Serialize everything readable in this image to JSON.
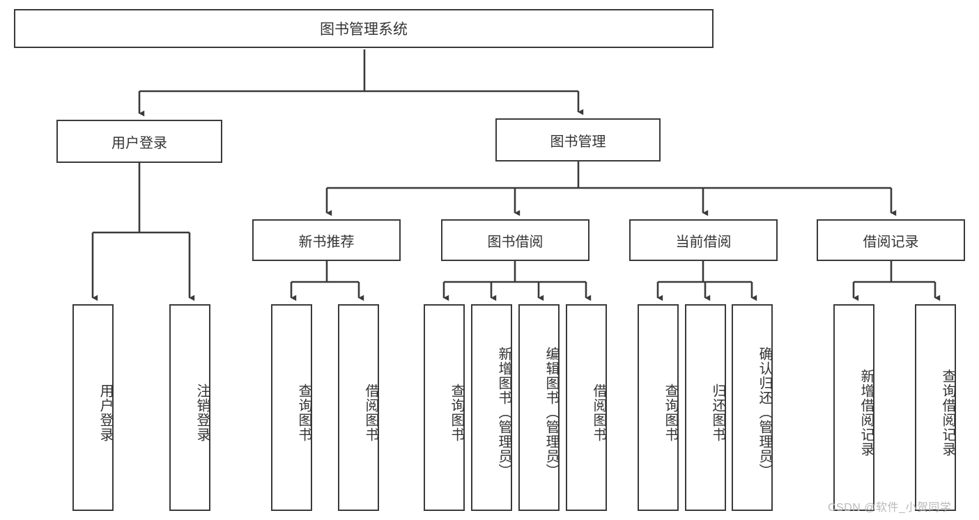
{
  "diagram": {
    "title": "图书管理系统",
    "type": "tree",
    "watermark": "CSDN @软件_小贺同学",
    "colors": {
      "stroke": "#3a3a3a",
      "text": "#333333",
      "background": "#ffffff",
      "watermark": "#b9b9b9"
    },
    "nodes": {
      "root": {
        "label": "图书管理系统"
      },
      "level1": [
        {
          "label": "用户登录"
        },
        {
          "label": "图书管理"
        }
      ],
      "level2": [
        {
          "label": "新书推荐"
        },
        {
          "label": "图书借阅"
        },
        {
          "label": "当前借阅"
        },
        {
          "label": "借阅记录"
        }
      ],
      "leaves": [
        {
          "label": "用户登录",
          "parent": "用户登录"
        },
        {
          "label": "注销登录",
          "parent": "用户登录"
        },
        {
          "label": "查询图书",
          "parent": "新书推荐"
        },
        {
          "label": "借阅图书",
          "parent": "新书推荐"
        },
        {
          "label": "查询图书",
          "parent": "图书借阅"
        },
        {
          "label": "新增图书（管理员）",
          "parent": "图书借阅"
        },
        {
          "label": "编辑图书（管理员）",
          "parent": "图书借阅"
        },
        {
          "label": "借阅图书",
          "parent": "图书借阅"
        },
        {
          "label": "查询图书",
          "parent": "当前借阅"
        },
        {
          "label": "归还图书",
          "parent": "当前借阅"
        },
        {
          "label": "确认归还（管理员）",
          "parent": "当前借阅"
        },
        {
          "label": "新增借阅记录",
          "parent": "借阅记录"
        },
        {
          "label": "查询借阅记录",
          "parent": "借阅记录"
        }
      ]
    }
  }
}
